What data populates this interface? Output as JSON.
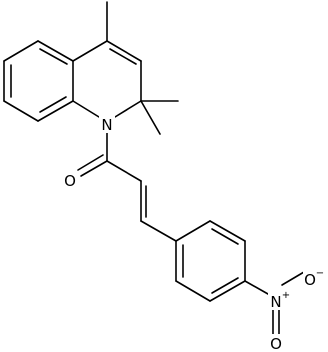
{
  "structure": {
    "atoms": {
      "n1": "N",
      "o_carbonyl": "O",
      "n_nitro": "N",
      "n_nitro_charge": "+",
      "o_nitro_minus": "O",
      "o_nitro_minus_charge": "−",
      "o_nitro_double": "O"
    }
  }
}
